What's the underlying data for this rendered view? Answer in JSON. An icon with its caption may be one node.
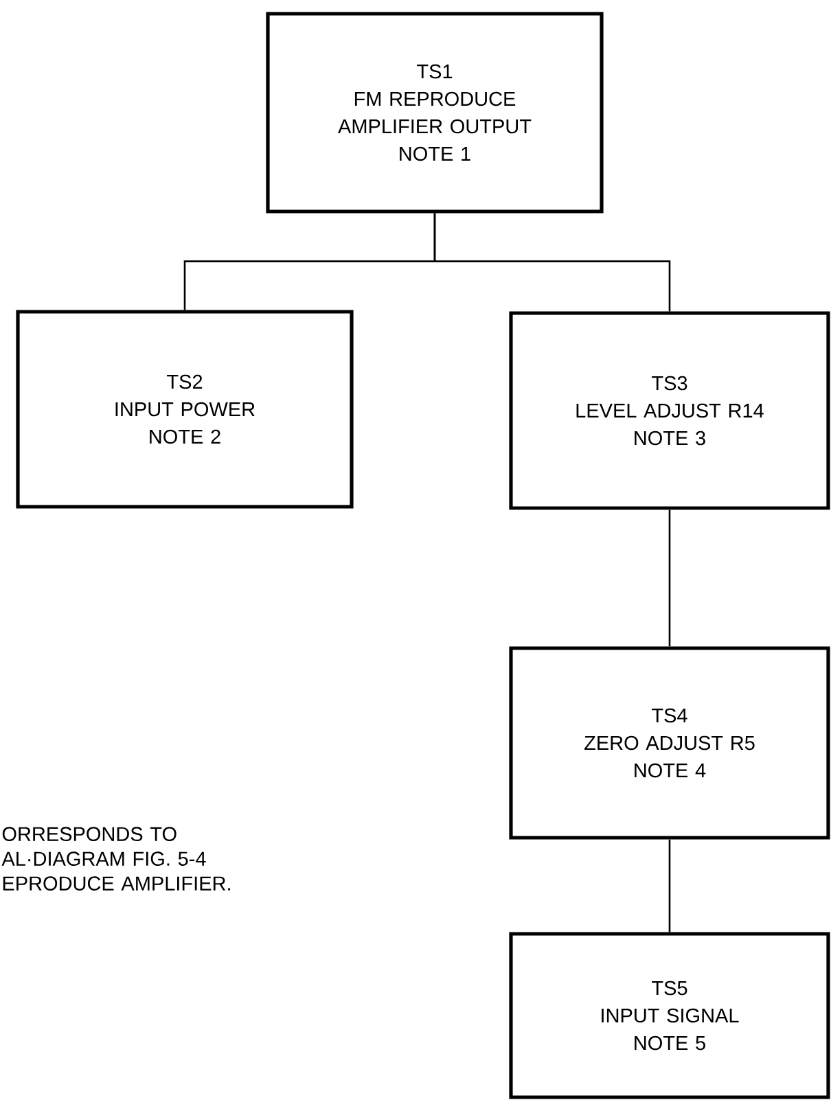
{
  "diagram": {
    "nodes": [
      {
        "text": [
          "TS1",
          "FM REPRODUCE AMPLIFIER OUTPUT",
          "NOTE 1"
        ]
      },
      {
        "text": [
          "TS2",
          "INPUT POWER",
          "NOTE 2"
        ]
      },
      {
        "text": [
          "TS3",
          "LEVEL ADJUST R14",
          "NOTE 3"
        ]
      },
      {
        "text": [
          "TS4",
          "ZERO ADJUST R5",
          "NOTE 4"
        ]
      },
      {
        "text": [
          "TS5",
          "INPUT SIGNAL",
          "NOTE 5"
        ]
      }
    ],
    "edges": [
      {
        "from": 0,
        "to": 1,
        "arrow": "none"
      },
      {
        "from": 0,
        "to": 2,
        "arrow": "none"
      },
      {
        "from": 2,
        "to": 3,
        "arrow": "none"
      },
      {
        "from": 3,
        "to": 4,
        "arrow": "none"
      }
    ],
    "labels": [
      "ORRESPONDS TO AL·DIAGRAM FIG. 5-4 EPRODUCE AMPLIFIER."
    ]
  }
}
